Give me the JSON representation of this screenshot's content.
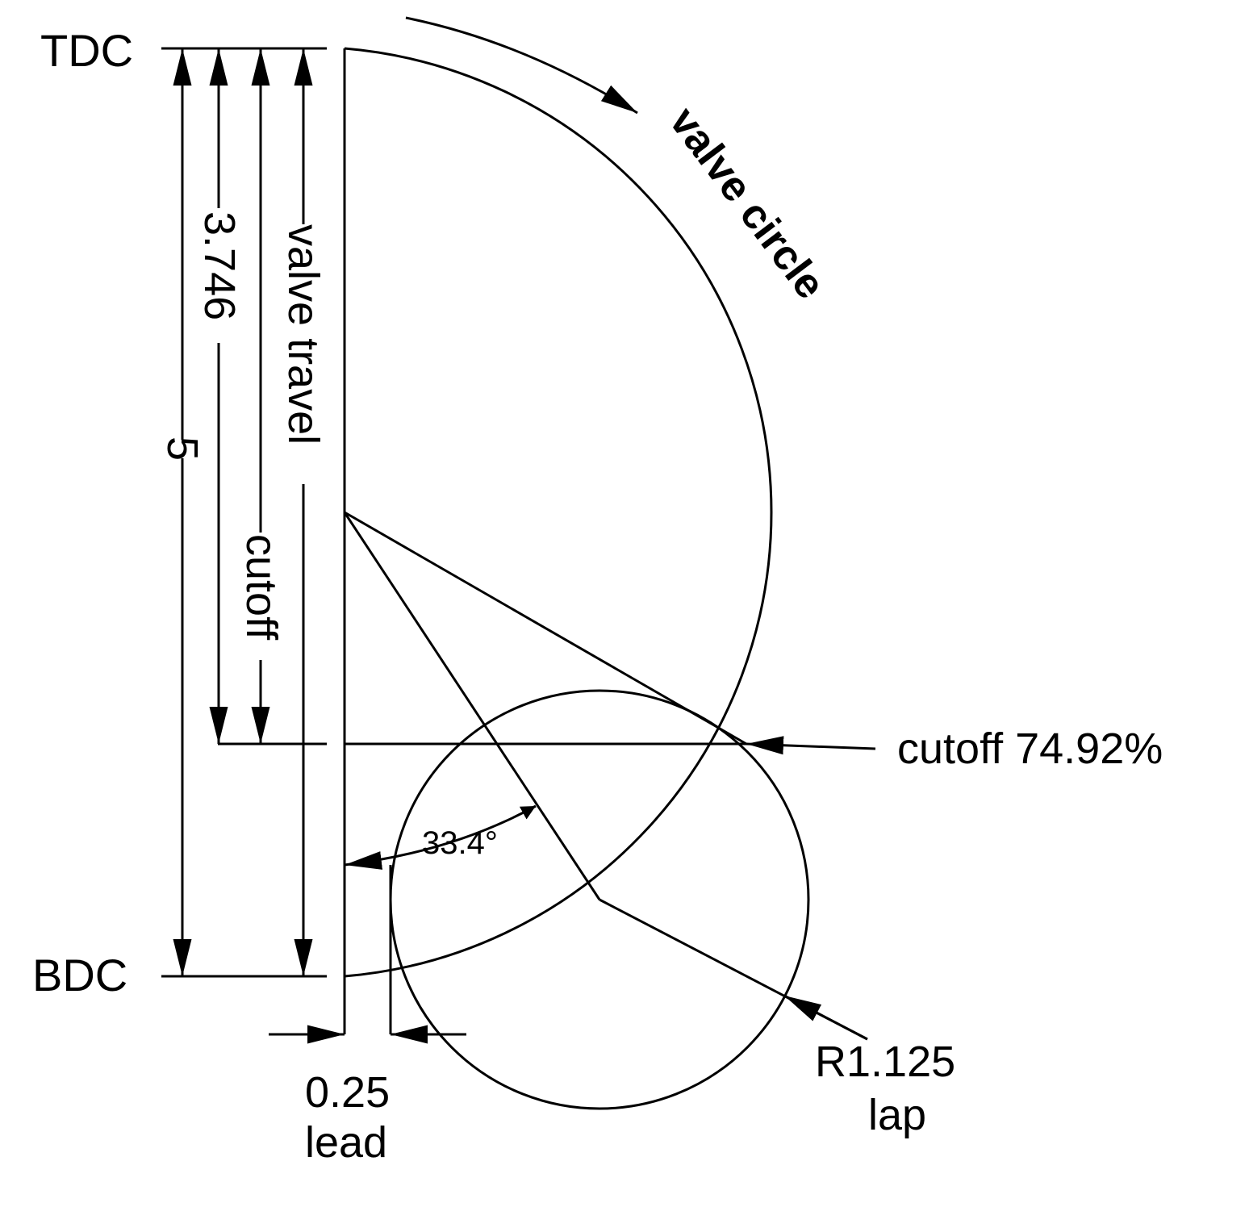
{
  "labels": {
    "tdc": "TDC",
    "bdc": "BDC",
    "valve_circle": "valve circle",
    "valve_travel": "valve travel",
    "dim_total": "5",
    "dim_cutoff_value": "3.746",
    "cutoff_axis": "cutoff",
    "cutoff_percent": "cutoff 74.92%",
    "angle": "33.4°",
    "radius": "R1.125",
    "lap": "lap",
    "lead_value": "0.25",
    "lead": "lead"
  },
  "colors": {
    "ink": "#000000",
    "background": "#ffffff"
  }
}
